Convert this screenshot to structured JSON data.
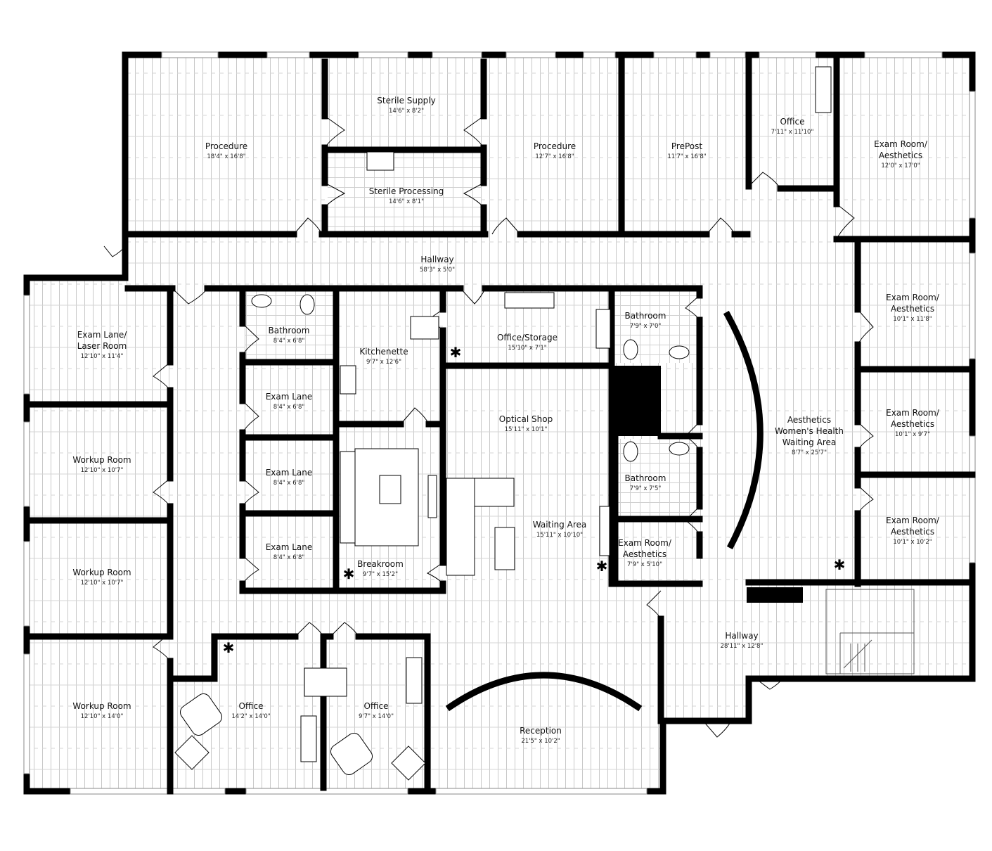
{
  "floor_plan": {
    "colors": {
      "wall": "#000000",
      "floor_lines": "#c8c8c8",
      "background": "#ffffff"
    },
    "rooms": [
      {
        "id": "procedure-1",
        "name_lines": [
          "Procedure"
        ],
        "dims": "18'4\" x 16'8\""
      },
      {
        "id": "sterile-supply",
        "name_lines": [
          "Sterile Supply"
        ],
        "dims": "14'6\" x 8'2\""
      },
      {
        "id": "sterile-processing",
        "name_lines": [
          "Sterile Processing"
        ],
        "dims": "14'6\" x 8'1\""
      },
      {
        "id": "procedure-2",
        "name_lines": [
          "Procedure"
        ],
        "dims": "12'7\" x 16'8\""
      },
      {
        "id": "prepost",
        "name_lines": [
          "PrePost"
        ],
        "dims": "11'7\" x 16'8\""
      },
      {
        "id": "office-top",
        "name_lines": [
          "Office"
        ],
        "dims": "7'11\" x 11'10\""
      },
      {
        "id": "exam-aesthetics-1",
        "name_lines": [
          "Exam Room/",
          "Aesthetics"
        ],
        "dims": "12'0\" x 17'0\""
      },
      {
        "id": "hallway-top",
        "name_lines": [
          "Hallway"
        ],
        "dims": "58'3\" x 5'0\""
      },
      {
        "id": "exam-laser",
        "name_lines": [
          "Exam Lane/",
          "Laser Room"
        ],
        "dims": "12'10\" x 11'4\""
      },
      {
        "id": "workup-1",
        "name_lines": [
          "Workup Room"
        ],
        "dims": "12'10\" x 10'7\""
      },
      {
        "id": "workup-2",
        "name_lines": [
          "Workup Room"
        ],
        "dims": "12'10\" x 10'7\""
      },
      {
        "id": "workup-3",
        "name_lines": [
          "Workup Room"
        ],
        "dims": "12'10\" x 14'0\""
      },
      {
        "id": "bathroom-1",
        "name_lines": [
          "Bathroom"
        ],
        "dims": "8'4\" x 6'8\""
      },
      {
        "id": "exam-lane-1",
        "name_lines": [
          "Exam Lane"
        ],
        "dims": "8'4\" x 6'8\""
      },
      {
        "id": "exam-lane-2",
        "name_lines": [
          "Exam Lane"
        ],
        "dims": "8'4\" x 6'8\""
      },
      {
        "id": "exam-lane-3",
        "name_lines": [
          "Exam Lane"
        ],
        "dims": "8'4\" x 6'8\""
      },
      {
        "id": "kitchenette",
        "name_lines": [
          "Kitchenette"
        ],
        "dims": "9'7\" x 12'6\""
      },
      {
        "id": "breakroom",
        "name_lines": [
          "Breakroom"
        ],
        "dims": "9'7\" x 15'2\""
      },
      {
        "id": "office-storage",
        "name_lines": [
          "Office/Storage"
        ],
        "dims": "15'10\" x 7'1\""
      },
      {
        "id": "bathroom-2",
        "name_lines": [
          "Bathroom"
        ],
        "dims": "7'9\" x 7'0\""
      },
      {
        "id": "optical-shop",
        "name_lines": [
          "Optical Shop"
        ],
        "dims": "15'11\" x 10'1\""
      },
      {
        "id": "waiting-area",
        "name_lines": [
          "Waiting Area"
        ],
        "dims": "15'11\" x 10'10\""
      },
      {
        "id": "bathroom-3",
        "name_lines": [
          "Bathroom"
        ],
        "dims": "7'9\" x 7'5\""
      },
      {
        "id": "exam-aesthetics-small",
        "name_lines": [
          "Exam Room/",
          "Aesthetics"
        ],
        "dims": "7'9\" x 5'10\""
      },
      {
        "id": "aesthetics-waiting",
        "name_lines": [
          "Aesthetics",
          "Women's Health",
          "Waiting Area"
        ],
        "dims": "8'7\" x 25'7\""
      },
      {
        "id": "exam-aesthetics-2",
        "name_lines": [
          "Exam Room/",
          "Aesthetics"
        ],
        "dims": "10'1\" x 11'8\""
      },
      {
        "id": "exam-aesthetics-3",
        "name_lines": [
          "Exam Room/",
          "Aesthetics"
        ],
        "dims": "10'1\" x 9'7\""
      },
      {
        "id": "exam-aesthetics-4",
        "name_lines": [
          "Exam Room/",
          "Aesthetics"
        ],
        "dims": "10'1\" x 10'2\""
      },
      {
        "id": "hallway-bottom",
        "name_lines": [
          "Hallway"
        ],
        "dims": "28'11\" x 12'8\""
      },
      {
        "id": "office-left",
        "name_lines": [
          "Office"
        ],
        "dims": "14'2\" x 14'0\""
      },
      {
        "id": "office-right",
        "name_lines": [
          "Office"
        ],
        "dims": "9'7\" x 14'0\""
      },
      {
        "id": "reception",
        "name_lines": [
          "Reception"
        ],
        "dims": "21'5\" x 10'2\""
      }
    ]
  }
}
